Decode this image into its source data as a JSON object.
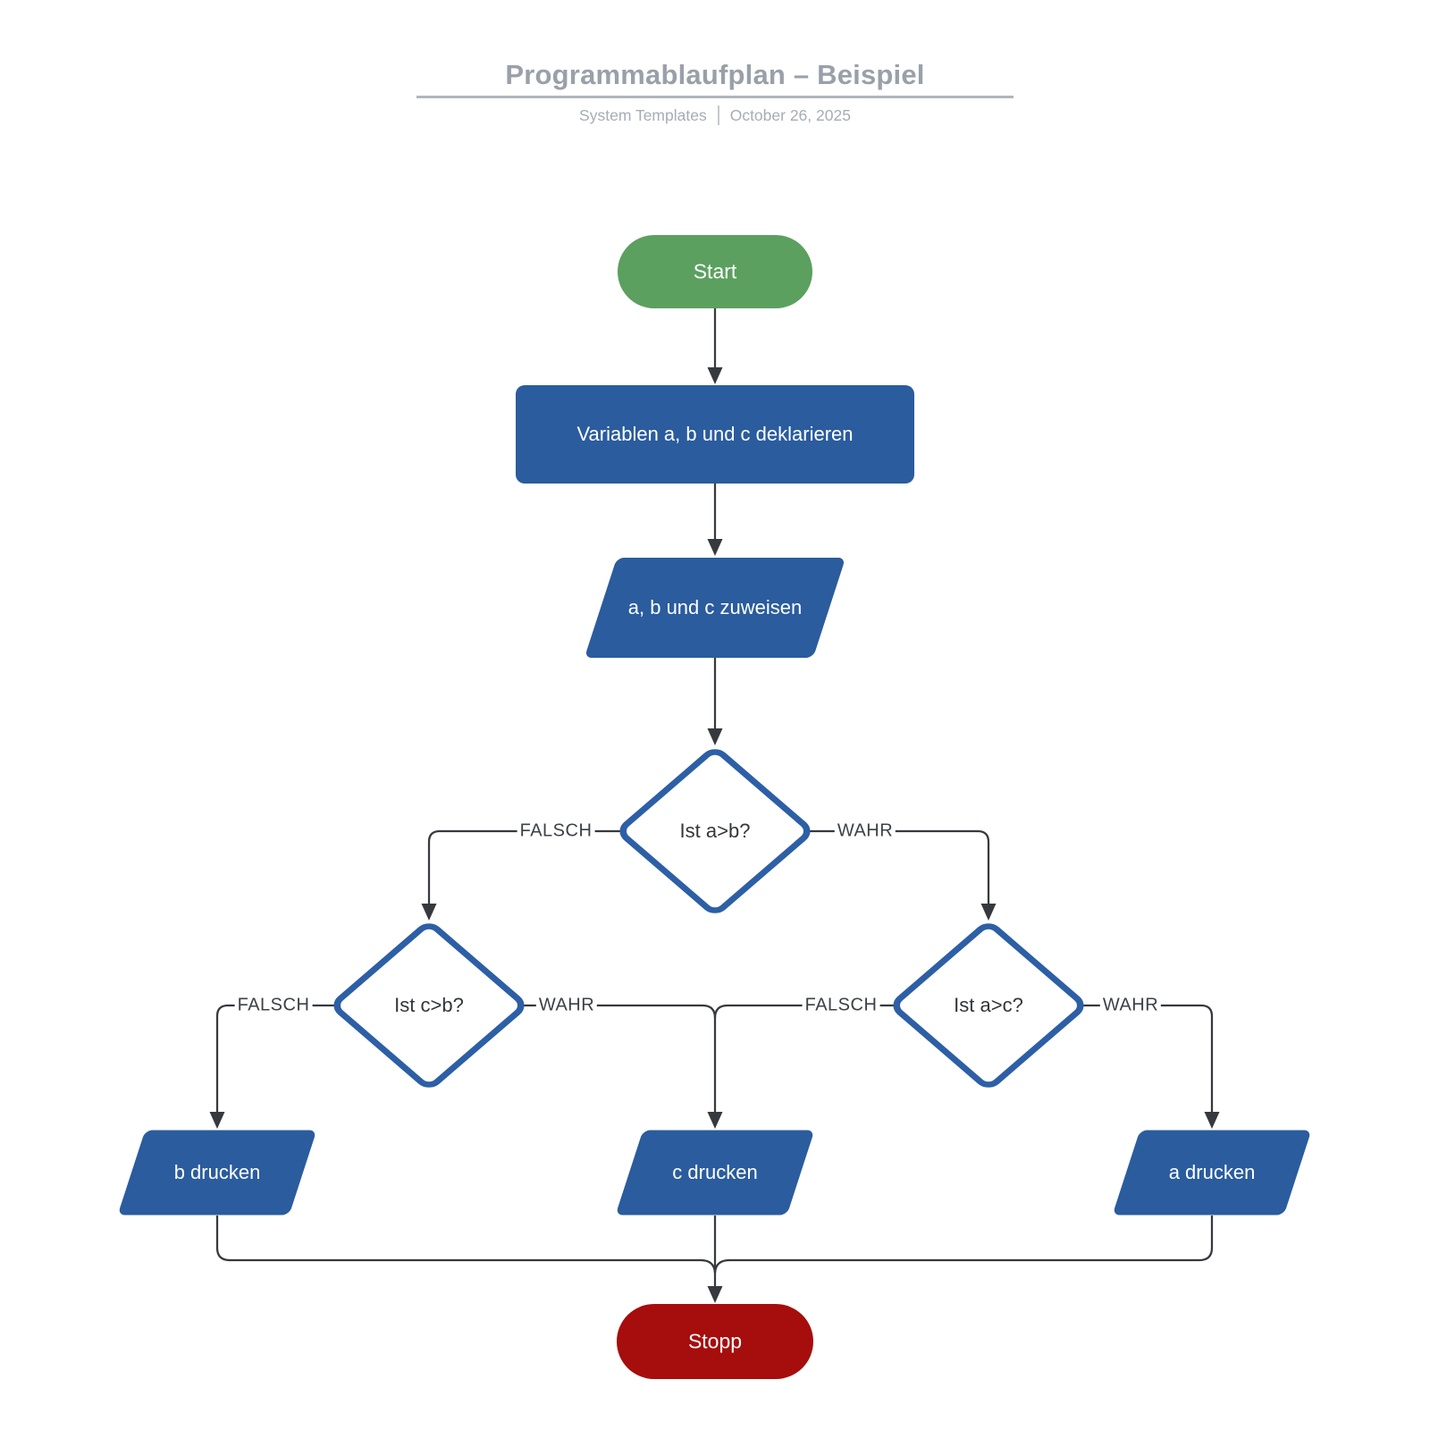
{
  "header": {
    "title": "Programmablaufplan – Beispiel",
    "source": "System Templates",
    "date": "October 26, 2025"
  },
  "nodes": {
    "start": {
      "label": "Start",
      "type": "terminator"
    },
    "declare": {
      "label": "Variablen a, b und c deklarieren",
      "type": "process"
    },
    "assign": {
      "label": "a, b und c zuweisen",
      "type": "input-output"
    },
    "d_ab": {
      "label": "Ist a>b?",
      "type": "decision"
    },
    "d_cb": {
      "label": "Ist c>b?",
      "type": "decision"
    },
    "d_ac": {
      "label": "Ist a>c?",
      "type": "decision"
    },
    "print_b": {
      "label": "b drucken",
      "type": "input-output"
    },
    "print_c": {
      "label": "c drucken",
      "type": "input-output"
    },
    "print_a": {
      "label": "a drucken",
      "type": "input-output"
    },
    "stop": {
      "label": "Stopp",
      "type": "terminator"
    }
  },
  "edge_labels": {
    "ab_false": "FALSCH",
    "ab_true": "WAHR",
    "cb_false": "FALSCH",
    "cb_true": "WAHR",
    "ac_false": "FALSCH",
    "ac_true": "WAHR"
  },
  "colors": {
    "terminator_start": "#5ba05f",
    "terminator_stop": "#a60d0d",
    "process_fill": "#2a5c9e",
    "decision_stroke": "#2d5fa6",
    "connector": "#36393d",
    "title_gray": "#99a0aa"
  }
}
